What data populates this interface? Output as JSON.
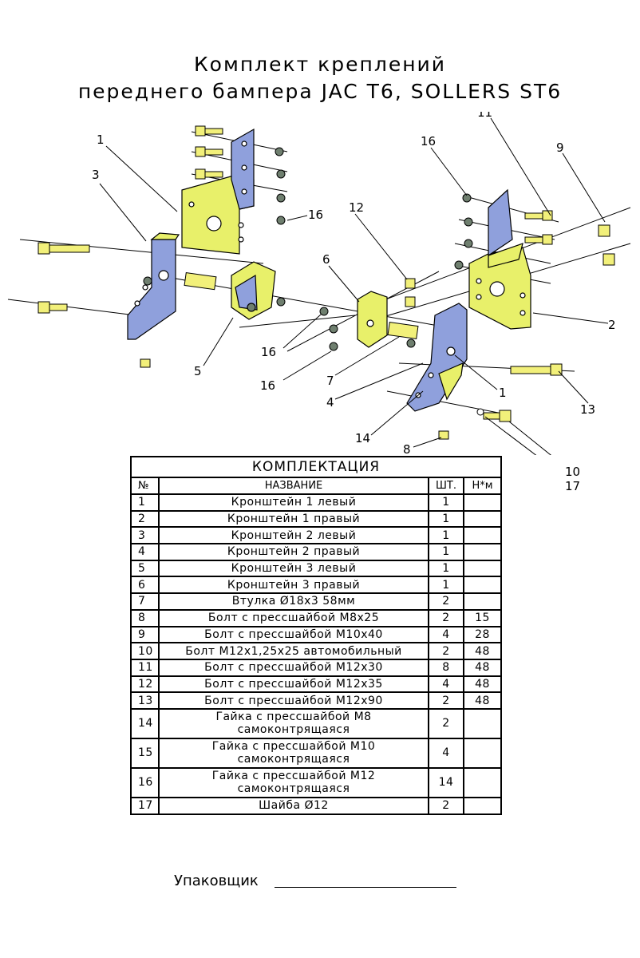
{
  "title": {
    "line1": "Комплект креплений",
    "line2": "переднего бампера JAC T6, SOLLERS ST6"
  },
  "callouts": [
    "1",
    "3",
    "16",
    "12",
    "11",
    "9",
    "16",
    "6",
    "2",
    "5",
    "16",
    "16",
    "7",
    "4",
    "1",
    "13",
    "14",
    "8",
    "10",
    "17"
  ],
  "colors": {
    "bracket_yellow": "#e8f06a",
    "bracket_blue": "#8fa0dc",
    "bolt_yellow": "#f2f07a",
    "nut_dark": "#6f7f6f"
  },
  "table": {
    "caption": "КОМПЛЕКТАЦИЯ",
    "headers": {
      "num": "№",
      "name": "НАЗВАНИЕ",
      "qty": "ШТ.",
      "torque": "Н*м"
    },
    "rows": [
      {
        "num": "1",
        "name": "Кронштейн 1 левый",
        "name2": "",
        "qty": "1",
        "torque": ""
      },
      {
        "num": "2",
        "name": "Кронштейн 1 правый",
        "name2": "",
        "qty": "1",
        "torque": ""
      },
      {
        "num": "3",
        "name": "Кронштейн 2 левый",
        "name2": "",
        "qty": "1",
        "torque": ""
      },
      {
        "num": "4",
        "name": "Кронштейн 2 правый",
        "name2": "",
        "qty": "1",
        "torque": ""
      },
      {
        "num": "5",
        "name": "Кронштейн 3 левый",
        "name2": "",
        "qty": "1",
        "torque": ""
      },
      {
        "num": "6",
        "name": "Кронштейн 3 правый",
        "name2": "",
        "qty": "1",
        "torque": ""
      },
      {
        "num": "7",
        "name": "Втулка Ø18х3 58мм",
        "name2": "",
        "qty": "2",
        "torque": ""
      },
      {
        "num": "8",
        "name": "Болт с прессшайбой М8х25",
        "name2": "",
        "qty": "2",
        "torque": "15"
      },
      {
        "num": "9",
        "name": "Болт с прессшайбой М10х40",
        "name2": "",
        "qty": "4",
        "torque": "28"
      },
      {
        "num": "10",
        "name": "Болт М12х1,25х25 автомобильный",
        "name2": "",
        "qty": "2",
        "torque": "48"
      },
      {
        "num": "11",
        "name": "Болт с прессшайбой М12х30",
        "name2": "",
        "qty": "8",
        "torque": "48"
      },
      {
        "num": "12",
        "name": "Болт с прессшайбой М12х35",
        "name2": "",
        "qty": "4",
        "torque": "48"
      },
      {
        "num": "13",
        "name": "Болт с прессшайбой М12х90",
        "name2": "",
        "qty": "2",
        "torque": "48"
      },
      {
        "num": "14",
        "name": "Гайка с прессшайбой М8",
        "name2": "самоконтрящаяся",
        "qty": "2",
        "torque": ""
      },
      {
        "num": "15",
        "name": "Гайка с прессшайбой М10",
        "name2": "самоконтрящаяся",
        "qty": "4",
        "torque": ""
      },
      {
        "num": "16",
        "name": "Гайка с прессшайбой М12",
        "name2": "самоконтрящаяся",
        "qty": "14",
        "torque": ""
      },
      {
        "num": "17",
        "name": "Шайба Ø12",
        "name2": "",
        "qty": "2",
        "torque": ""
      }
    ]
  },
  "footer": {
    "packer_label": "Упаковщик"
  }
}
